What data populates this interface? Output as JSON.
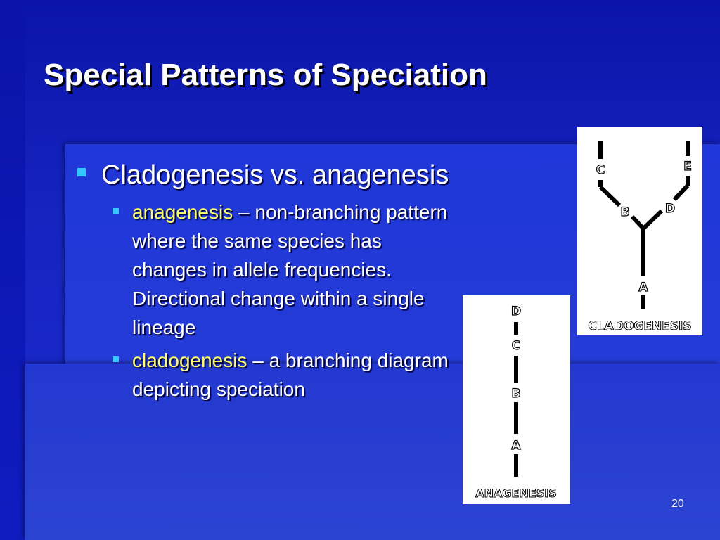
{
  "slide": {
    "title": "Special Patterns of Speciation",
    "page_number": "20"
  },
  "bullets": {
    "main": "Cladogenesis vs. anagenesis",
    "sub": [
      {
        "term": "anagenesis",
        "text": " – non-branching pattern where the same species has changes in allele frequencies.  Directional change within a single lineage"
      },
      {
        "term": "cladogenesis",
        "text": " – a branching diagram depicting speciation"
      }
    ]
  },
  "figures": {
    "cladogenesis": {
      "caption": "CLADOGENESIS",
      "labels": {
        "a": "A",
        "b": "B",
        "c": "C",
        "d": "D",
        "e": "E"
      }
    },
    "anagenesis": {
      "caption": "ANAGENESIS",
      "labels": {
        "a": "A",
        "b": "B",
        "c": "C",
        "d": "D"
      }
    }
  },
  "colors": {
    "background": "#1624c0",
    "title": "#ffffff",
    "term": "#ffff66",
    "bullet_marker": "#30c8ff"
  }
}
